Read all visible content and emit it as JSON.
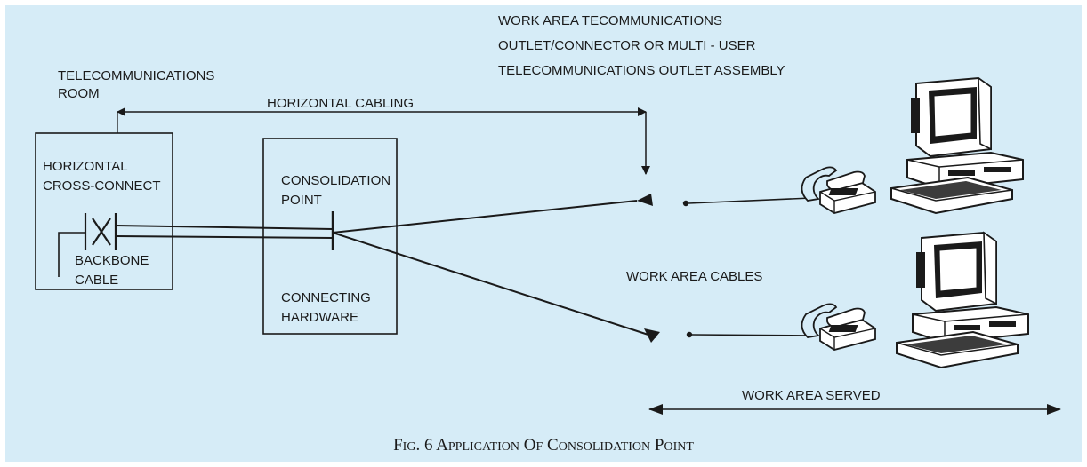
{
  "diagram": {
    "labels": {
      "telecom_room_1": "TELECOMMUNICATIONS",
      "telecom_room_2": "ROOM",
      "outlet_1": "WORK AREA TECOMMUNICATIONS",
      "outlet_2": "OUTLET/CONNECTOR OR MULTI - USER",
      "outlet_3": "TELECOMMUNICATIONS OUTLET ASSEMBLY",
      "horizontal_cabling": "HORIZONTAL CABLING",
      "hcc_1": "HORIZONTAL",
      "hcc_2": "CROSS-CONNECT",
      "backbone_1": "BACKBONE",
      "backbone_2": "CABLE",
      "cp_1": "CONSOLIDATION",
      "cp_2": "POINT",
      "hw_1": "CONNECTING",
      "hw_2": "HARDWARE",
      "work_area_cables": "WORK AREA CABLES",
      "work_area_served": "WORK AREA SERVED"
    },
    "caption": {
      "fig": "F",
      "fig_rest": "IG",
      "number": ". 6 ",
      "w1a": "A",
      "w1b": "PPLICATION",
      "w2a": " O",
      "w2b": "F",
      "w3a": " C",
      "w3b": "ONSOLIDATION",
      "w4a": " P",
      "w4b": "OINT"
    },
    "colors": {
      "background": "#d6ecf7",
      "ink": "#1a1a1a"
    },
    "icons": [
      "telephone-icon",
      "computer-workstation-icon"
    ]
  }
}
